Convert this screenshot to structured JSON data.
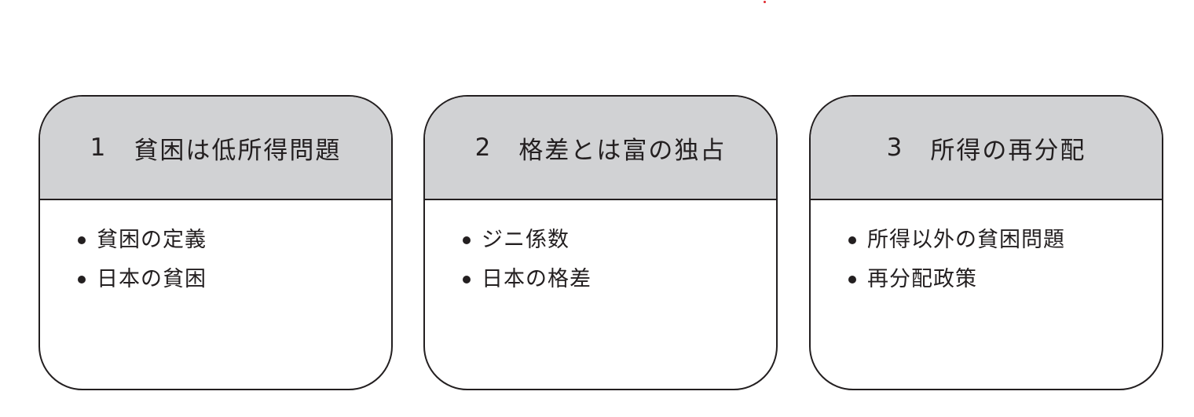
{
  "cards": [
    {
      "number": "1",
      "title": "貧困は低所得問題",
      "items": [
        "貧困の定義",
        "日本の貧困"
      ]
    },
    {
      "number": "2",
      "title": "格差とは富の独占",
      "items": [
        "ジニ係数",
        "日本の格差"
      ]
    },
    {
      "number": "3",
      "title": "所得の再分配",
      "items": [
        "所得以外の貧困問題",
        "再分配政策"
      ]
    }
  ],
  "colors": {
    "header": "#d1d2d4",
    "border": "#231f20",
    "mark": "#e0282e"
  }
}
